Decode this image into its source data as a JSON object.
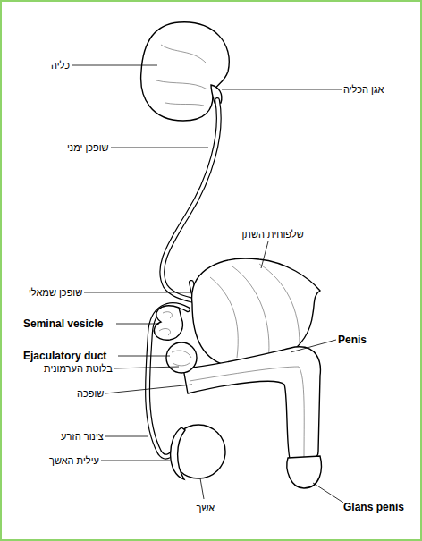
{
  "diagram": {
    "labels": [
      "כליה",
      "אגן הכליה",
      "שופכן ימני",
      "שלפוחית השתן",
      "שופכן שמאלי",
      "Seminal vesicle",
      "Penis",
      "Ejaculatory duct",
      "בלוטת הערמונית",
      "שופכה",
      "צינור הזרע",
      "עילית האשך",
      "אשך",
      "Glans penis"
    ]
  }
}
